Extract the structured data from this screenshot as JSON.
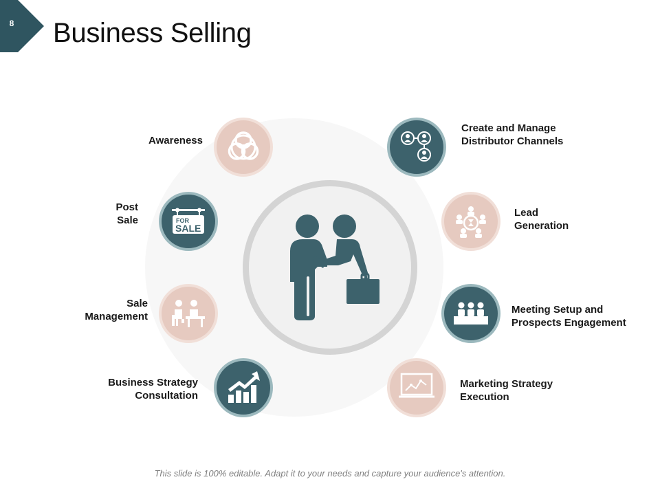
{
  "slide": {
    "number": "8",
    "title": "Business Selling"
  },
  "steps": [
    {
      "lines": [
        "Awareness"
      ],
      "icon": "biohazard-icon",
      "style": "pink"
    },
    {
      "lines": [
        "Post",
        "Sale"
      ],
      "icon": "for-sale-sign-icon",
      "style": "teal"
    },
    {
      "lines": [
        "Sale",
        "Management"
      ],
      "icon": "desk-meeting-icon",
      "style": "pink"
    },
    {
      "lines": [
        "Business Strategy",
        "Consultation"
      ],
      "icon": "bar-chart-growth-icon",
      "style": "teal"
    },
    {
      "lines": [
        "Create and Manage",
        "Distributor Channels"
      ],
      "icon": "network-people-icon",
      "style": "teal"
    },
    {
      "lines": [
        "Lead",
        "Generation"
      ],
      "icon": "people-circle-icon",
      "style": "pink"
    },
    {
      "lines": [
        "Meeting Setup and",
        "Prospects Engagement"
      ],
      "icon": "conference-table-icon",
      "style": "teal"
    },
    {
      "lines": [
        "Marketing Strategy",
        "Execution"
      ],
      "icon": "presentation-board-icon",
      "style": "pink"
    }
  ],
  "center": {
    "icon": "handshake-icon"
  },
  "footer": {
    "note": "This slide is 100% editable. Adapt it to your needs and capture your audience's attention."
  },
  "colors": {
    "teal": "#3d626c",
    "teal_ring": "#9cb9be",
    "pink": "#e6cac0",
    "pink_ring": "#f1dfd8",
    "badge": "#2f5560"
  }
}
